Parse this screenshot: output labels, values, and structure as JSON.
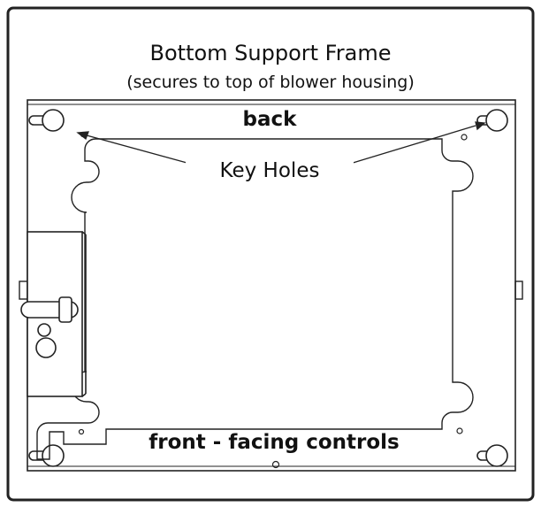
{
  "title": "Bottom Support Frame",
  "subtitle": "(secures to top of blower housing)",
  "labels": {
    "back": "back",
    "key_holes": "Key Holes",
    "front": "front - facing controls"
  },
  "colors": {
    "line": "#222222",
    "background": "#ffffff"
  }
}
